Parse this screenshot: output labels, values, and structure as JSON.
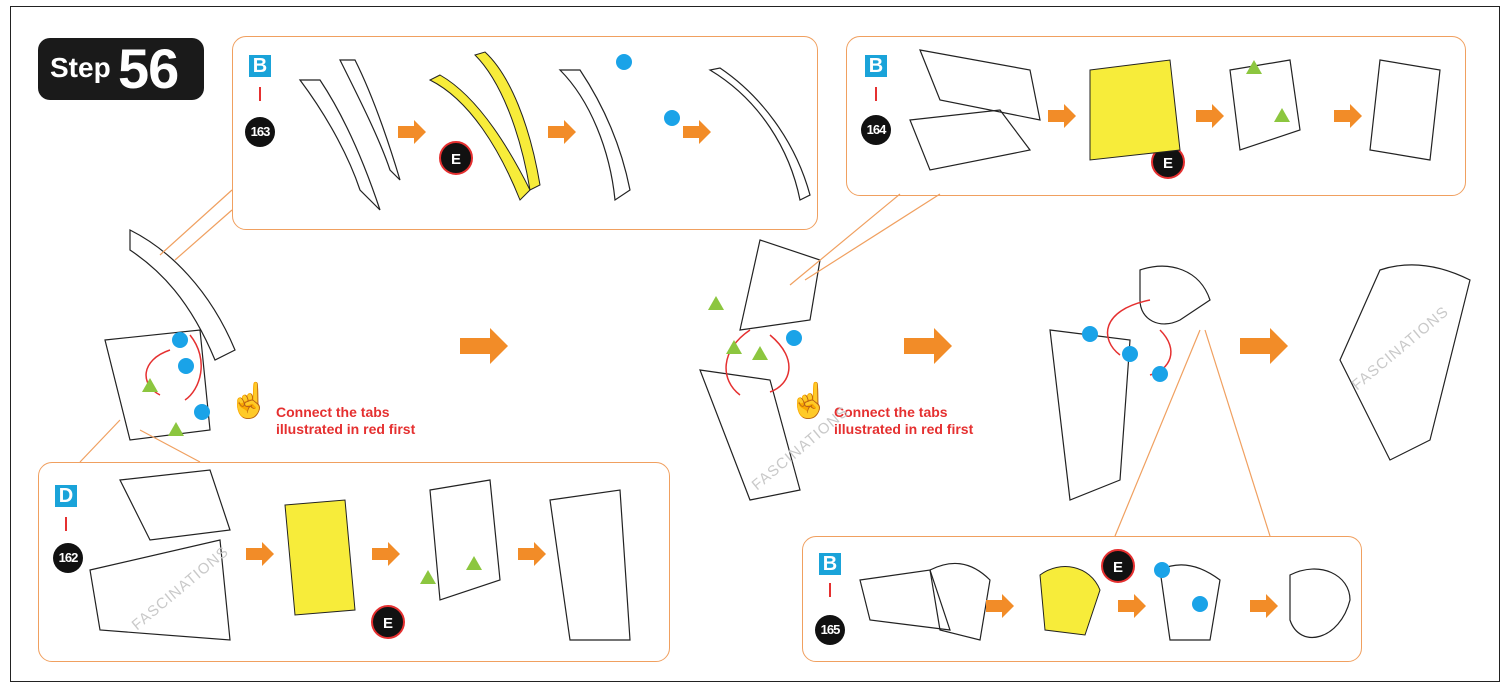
{
  "step": {
    "label": "Step",
    "number": "56"
  },
  "note_text_line1": "Connect the tabs",
  "note_text_line2": "illustrated in red first",
  "watermark": "FASCINATIONS",
  "panels": {
    "p163": {
      "letter": "B",
      "number": "163",
      "glue_badge": "E"
    },
    "p164": {
      "letter": "B",
      "number": "164",
      "glue_badge": "E"
    },
    "p162": {
      "letter": "D",
      "number": "162",
      "glue_badge": "E"
    },
    "p165": {
      "letter": "B",
      "number": "165",
      "glue_badge": "E"
    }
  },
  "colors": {
    "accent_orange": "#f28c28",
    "panel_border": "#f0a060",
    "part_letter_bg": "#1aa3d9",
    "connector_red": "#e53030",
    "marker_blue": "#1aa3e8",
    "marker_green": "#8cc63f",
    "glue_yellow": "#f7ec3a"
  }
}
